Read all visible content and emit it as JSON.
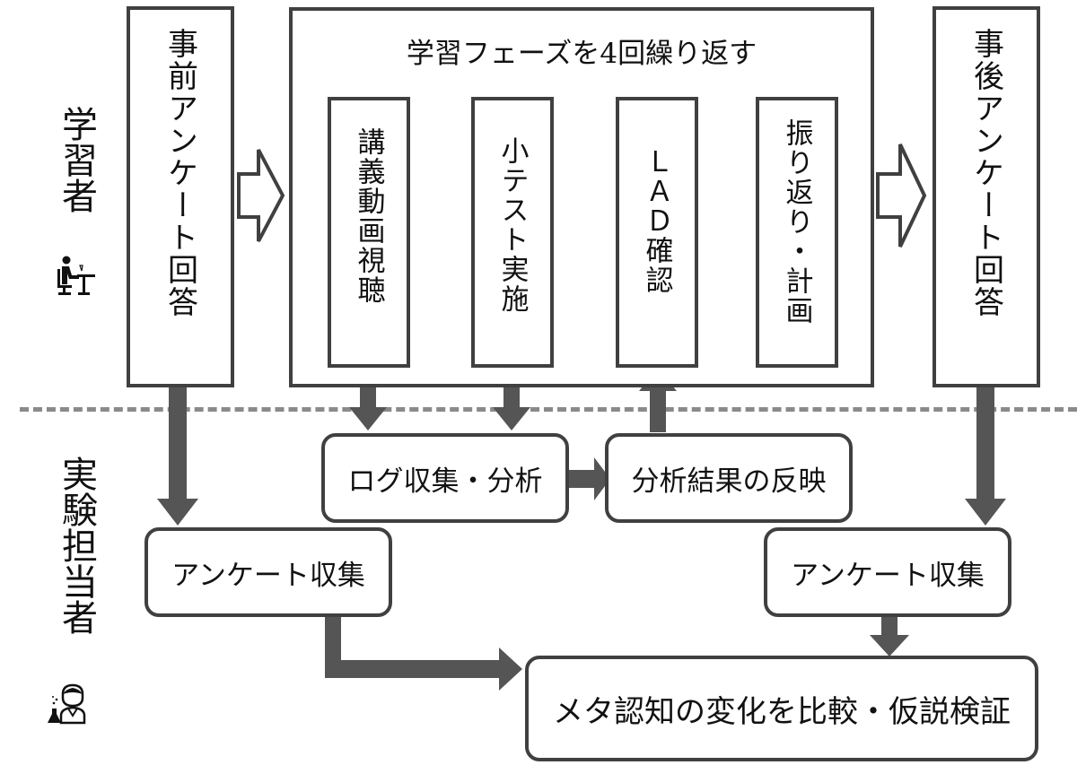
{
  "lanes": {
    "learner": {
      "label": "学習者",
      "icon": "learner-at-desk-icon"
    },
    "experimenter": {
      "label": "実験担当者",
      "icon": "scientist-icon"
    }
  },
  "learner_steps": {
    "pre_survey": "事前アンケート回答",
    "post_survey": "事後アンケート回答"
  },
  "phase_group": {
    "title": "学習フェーズを4回繰り返す",
    "steps": [
      {
        "id": "lecture",
        "label": "講義動画視聴"
      },
      {
        "id": "quiz",
        "label": "小テスト実施"
      },
      {
        "id": "lad",
        "label": "ＬＡＤ確認"
      },
      {
        "id": "reflection",
        "label": "振り返り・計画"
      }
    ]
  },
  "experimenter_steps": {
    "log_analysis": "ログ収集・分析",
    "feedback": "分析結果の反映",
    "survey_collect_pre": "アンケート収集",
    "survey_collect_post": "アンケート収集",
    "comparison": "メタ認知の変化を比較・仮説検証"
  },
  "colors": {
    "border": "#404040",
    "arrow": "#555555",
    "divider": "#8a8a8a"
  }
}
